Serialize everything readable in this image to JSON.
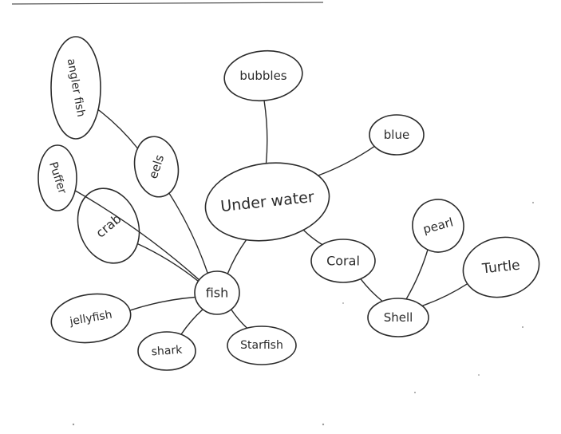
{
  "diagram": {
    "type": "mind-map",
    "nodes": [
      {
        "id": "underwater",
        "label": "Under water"
      },
      {
        "id": "bubbles",
        "label": "bubbles"
      },
      {
        "id": "blue",
        "label": "blue"
      },
      {
        "id": "coral",
        "label": "Coral"
      },
      {
        "id": "shell",
        "label": "Shell"
      },
      {
        "id": "pearl",
        "label": "pearl"
      },
      {
        "id": "turtle",
        "label": "Turtle"
      },
      {
        "id": "fish",
        "label": "fish"
      },
      {
        "id": "anglerfish",
        "label": "angler fish"
      },
      {
        "id": "eels",
        "label": "eels"
      },
      {
        "id": "puffer",
        "label": "Puffer"
      },
      {
        "id": "crab",
        "label": "crab"
      },
      {
        "id": "jellyfish",
        "label": "jellyfish"
      },
      {
        "id": "shark",
        "label": "shark"
      },
      {
        "id": "starfish",
        "label": "Starfish"
      }
    ],
    "edges": [
      [
        "underwater",
        "bubbles"
      ],
      [
        "underwater",
        "blue"
      ],
      [
        "underwater",
        "coral"
      ],
      [
        "underwater",
        "fish"
      ],
      [
        "coral",
        "shell"
      ],
      [
        "shell",
        "pearl"
      ],
      [
        "shell",
        "turtle"
      ],
      [
        "fish",
        "eels"
      ],
      [
        "fish",
        "crab"
      ],
      [
        "fish",
        "puffer"
      ],
      [
        "fish",
        "jellyfish"
      ],
      [
        "fish",
        "shark"
      ],
      [
        "fish",
        "starfish"
      ],
      [
        "eels",
        "anglerfish"
      ]
    ]
  }
}
